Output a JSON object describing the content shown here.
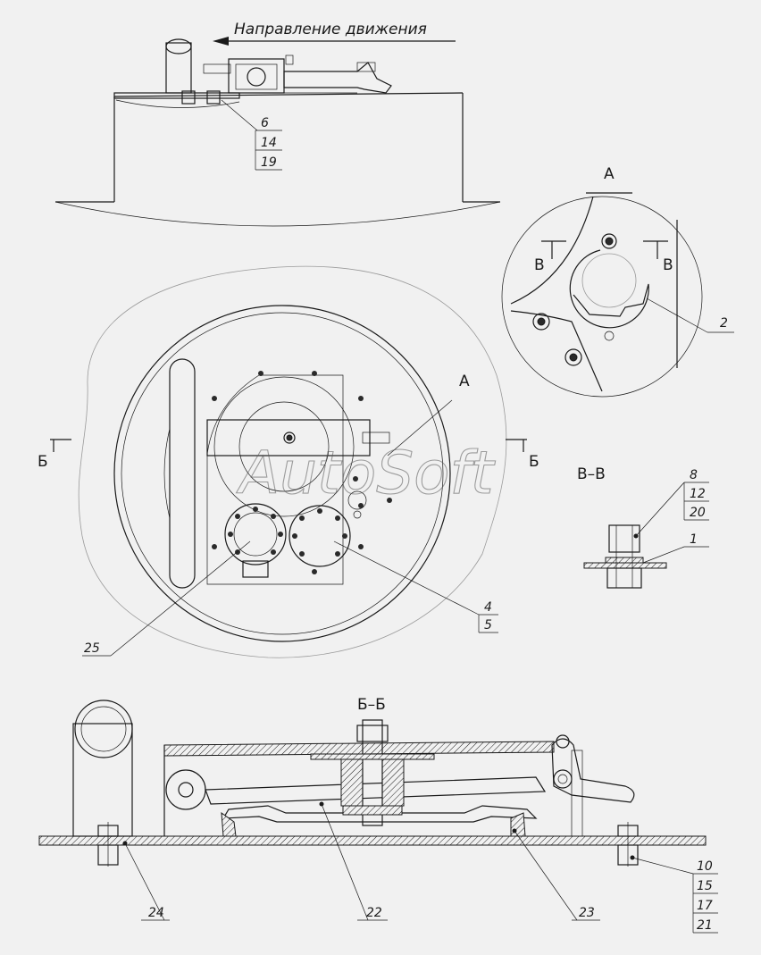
{
  "direction": {
    "label": "Направление движения"
  },
  "views": {
    "view_a": "А",
    "section_b": "Б–Б",
    "section_v": "В–В",
    "b_mark": "Б",
    "v_mark": "В",
    "a_mark": "А"
  },
  "callouts": {
    "top_stack": [
      "6",
      "14",
      "19"
    ],
    "detail_a": "2",
    "vv_stack": [
      "8",
      "12",
      "20"
    ],
    "vv_single": "1",
    "plan_stack": [
      "4",
      "5"
    ],
    "plan_left": "25",
    "bottom_left": "24",
    "bottom_mid": "22",
    "bottom_right": "23",
    "bottom_stack": [
      "10",
      "15",
      "17",
      "21"
    ]
  },
  "watermark": "AutoSoft"
}
